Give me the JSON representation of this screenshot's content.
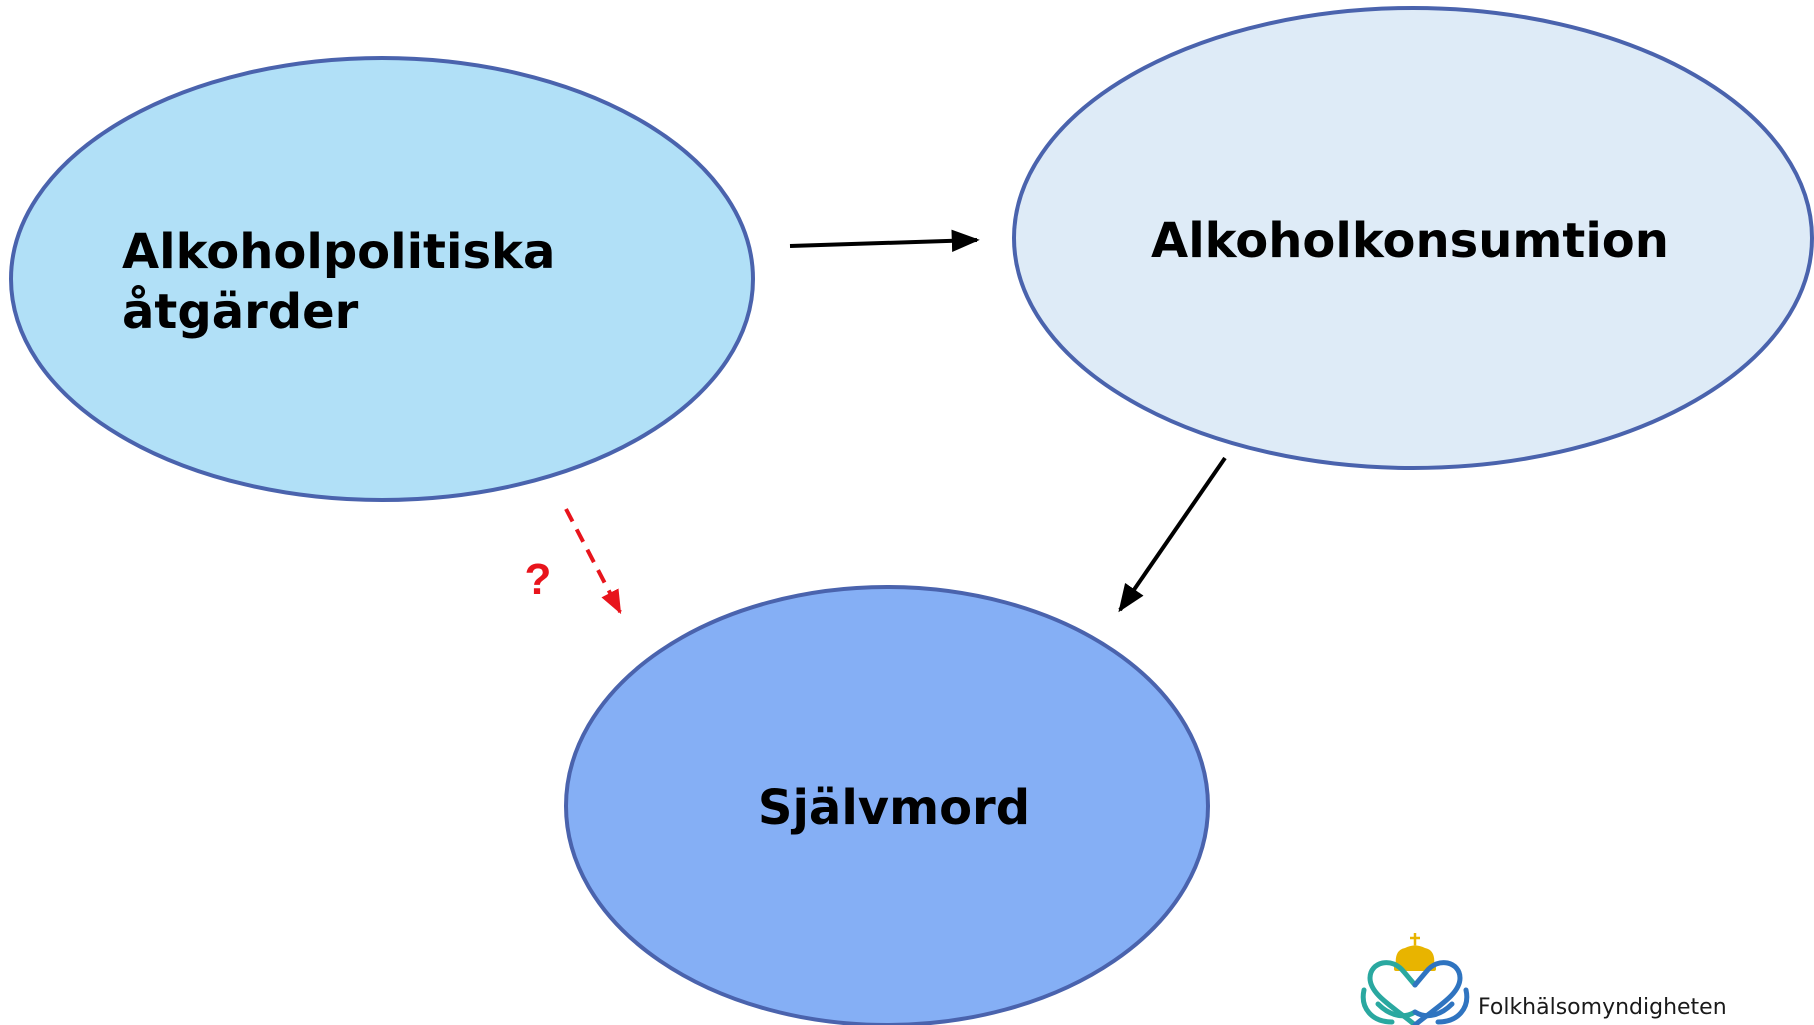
{
  "nodes": {
    "policy": {
      "lines": [
        "Alkoholpolitiska",
        "åtgärder"
      ],
      "fill": "#b1e0f7",
      "stroke": "#4a63ad"
    },
    "consumption": {
      "label": "Alkoholkonsumtion",
      "fill": "#deebf7",
      "stroke": "#4a63ad"
    },
    "suicide": {
      "label": "Självmord",
      "fill": "#85aff5",
      "stroke": "#4a63ad"
    }
  },
  "edges": [
    {
      "from": "policy",
      "to": "consumption",
      "style": "solid",
      "color": "#000000"
    },
    {
      "from": "consumption",
      "to": "suicide",
      "style": "solid",
      "color": "#000000"
    },
    {
      "from": "policy",
      "to": "suicide",
      "style": "dashed",
      "color": "#e8141c",
      "label": "?"
    }
  ],
  "logo": {
    "name": "Folkhälsomyndigheten",
    "icon": "crown-heart-icon",
    "colors": {
      "crown": "#e8b400",
      "knot_teal": "#2aa8a0",
      "knot_blue": "#2f74c0"
    }
  }
}
